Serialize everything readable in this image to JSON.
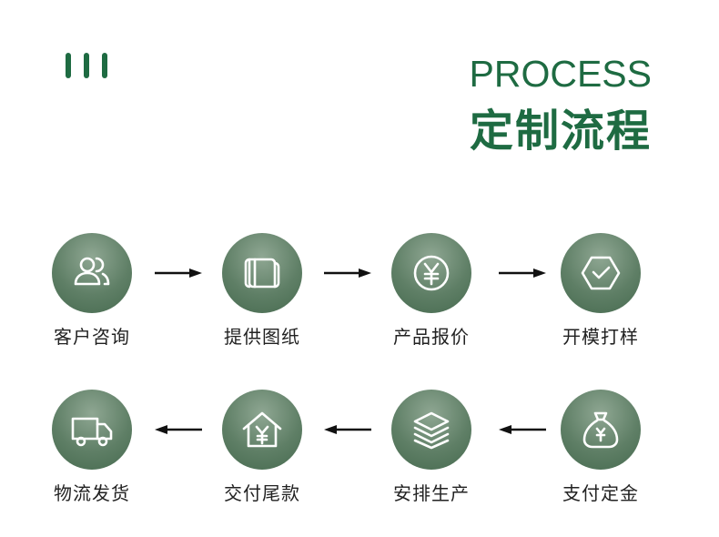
{
  "header": {
    "title_en": "PROCESS",
    "title_cn": "定制流程"
  },
  "steps": [
    {
      "label": "客户咨询",
      "icon": "users-icon"
    },
    {
      "label": "提供图纸",
      "icon": "scroll-icon"
    },
    {
      "label": "产品报价",
      "icon": "yen-coin-icon"
    },
    {
      "label": "开模打样",
      "icon": "hexagon-check-icon"
    },
    {
      "label": "支付定金",
      "icon": "money-bag-icon"
    },
    {
      "label": "安排生产",
      "icon": "layers-icon"
    },
    {
      "label": "交付尾款",
      "icon": "house-yen-icon"
    },
    {
      "label": "物流发货",
      "icon": "truck-icon"
    }
  ],
  "colors": {
    "accent": "#1e6b42",
    "circle": "#5f7f66",
    "text": "#222222"
  }
}
